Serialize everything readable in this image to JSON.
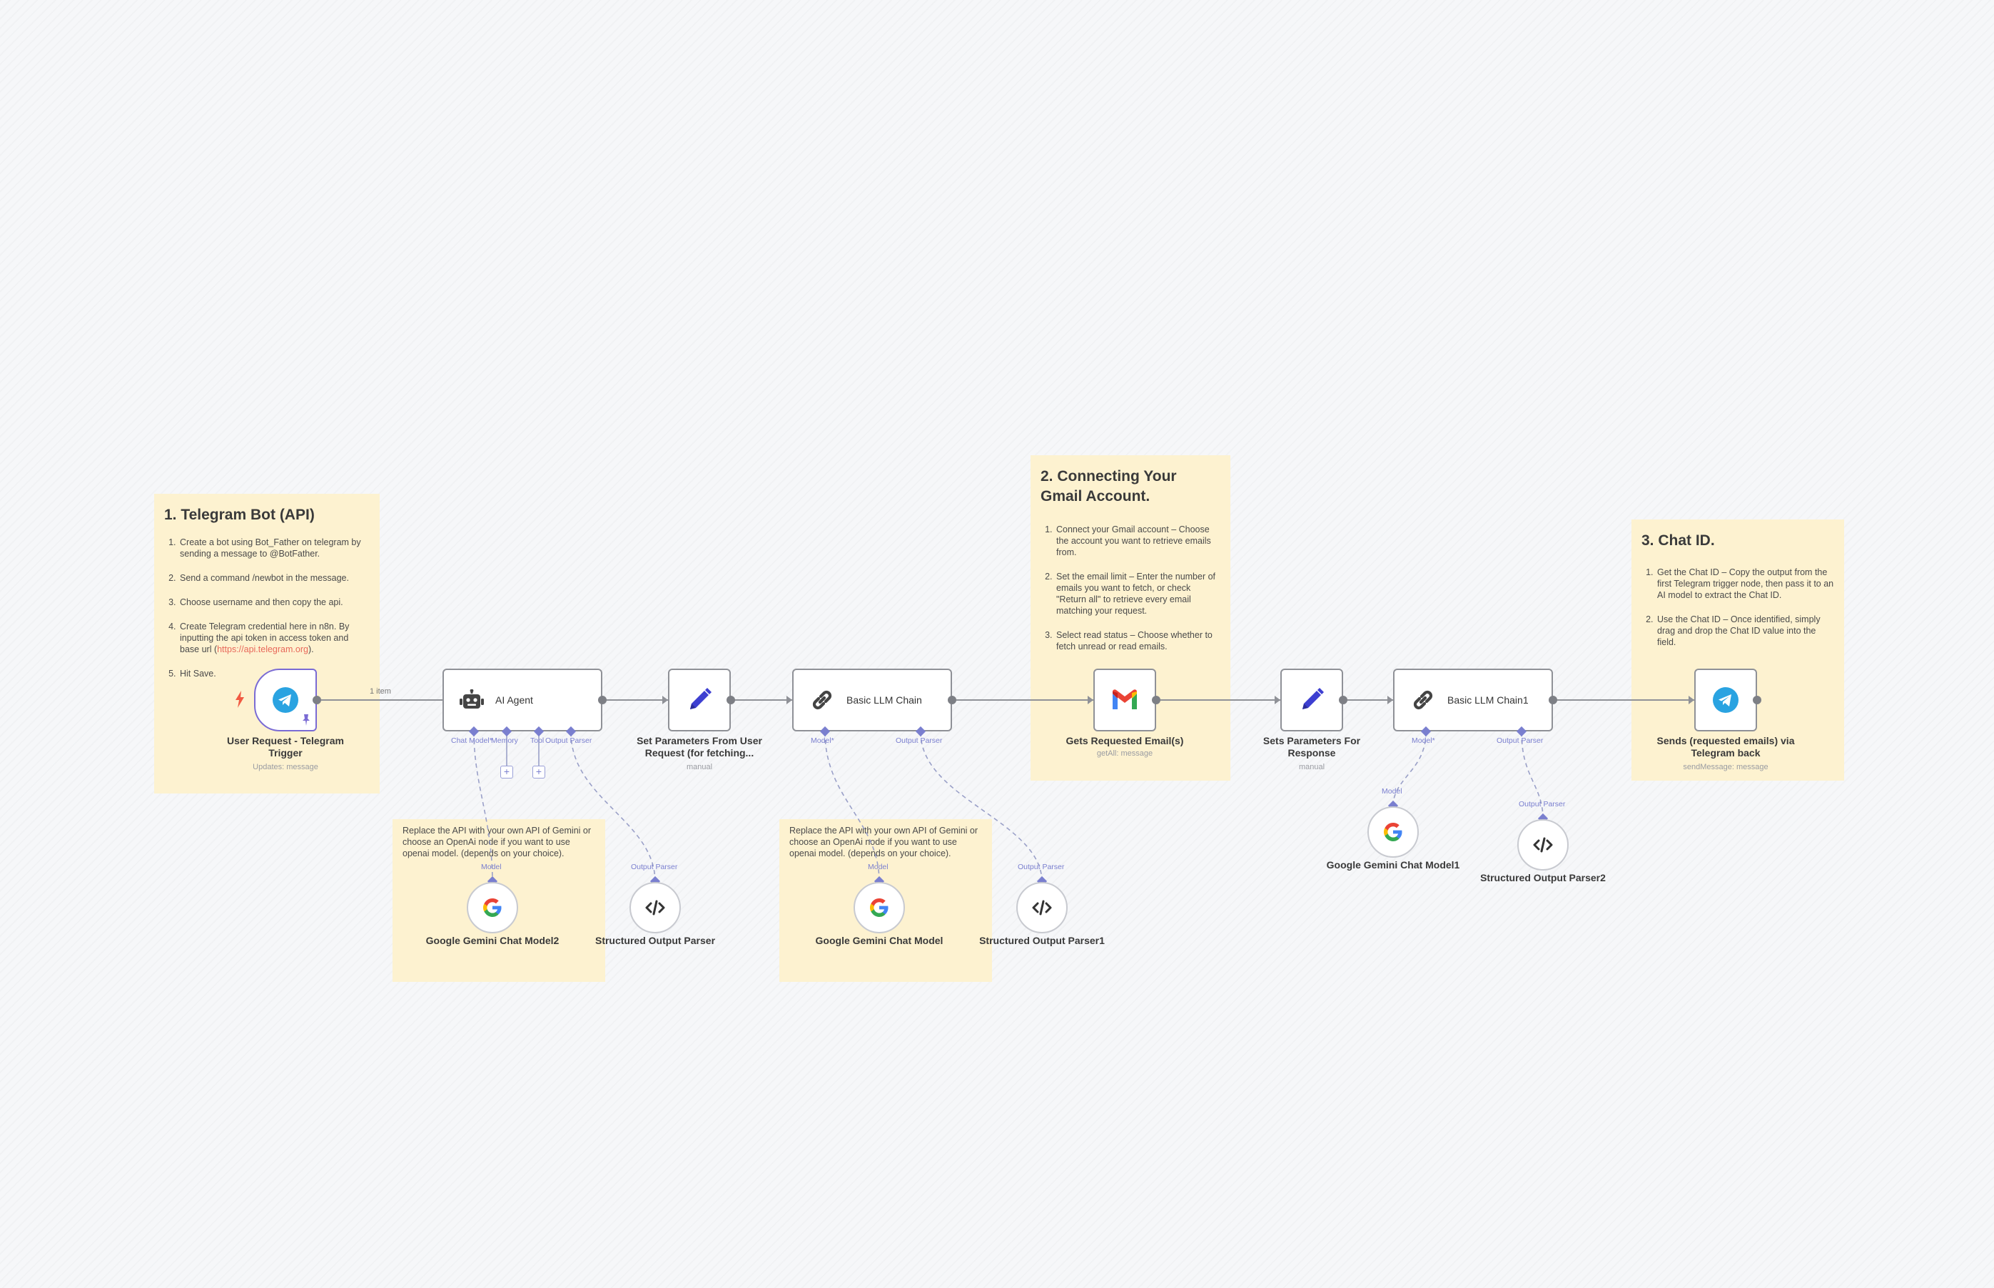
{
  "colors": {
    "canvas_bg": "#f6f7f9",
    "sticky_bg": "#fdf2d0",
    "node_border": "#8f9197",
    "wire": "#8f9197",
    "sub_wire": "#9aa0c8",
    "port_label": "#7a7fcf",
    "telegram_blue": "#2aa3e1",
    "pencil_blue": "#3d3fd1",
    "trigger_red": "#f15a42"
  },
  "stickies": {
    "telegram": {
      "title": "1. Telegram Bot (API)",
      "steps": [
        "Create a bot using Bot_Father on telegram by sending a message to @BotFather.",
        "Send a command /newbot in the message.",
        "Choose username and then copy the api.",
        "Create Telegram credential here in n8n. By inputting the api token in access token and base url (",
        "Hit Save."
      ],
      "link": "https://api.telegram.org",
      "link_suffix": ")."
    },
    "gmail": {
      "title": "2. Connecting Your Gmail Account.",
      "steps": [
        "Connect your Gmail account – Choose the account you want to retrieve emails from.",
        "Set the email limit – Enter the number of emails you want to fetch, or check \"Return all\" to retrieve every email matching your request.",
        "Select read status – Choose whether to fetch unread or read emails."
      ]
    },
    "chatid": {
      "title": "3. Chat ID.",
      "steps": [
        "Get the Chat ID – Copy the output from the first Telegram trigger node, then pass it to an AI model to extract the Chat ID.",
        "Use the Chat ID – Once identified, simply drag and drop the Chat ID value into the field."
      ]
    },
    "replace1": {
      "text": "Replace the API with your own API of Gemini or choose an OpenAi node if you want to use openai model. (depends on your choice)."
    },
    "replace2": {
      "text": "Replace the API with your own API of Gemini or choose an OpenAi node if you want to use openai model. (depends on your choice)."
    }
  },
  "edge_label": "1 item",
  "nodes": {
    "trigger": {
      "title": "User Request - Telegram Trigger",
      "subtitle": "Updates: message",
      "icon": "telegram-icon"
    },
    "agent": {
      "label": "AI Agent",
      "icon": "robot-icon",
      "ports": [
        "Chat Model*",
        "Memory",
        "Tool",
        "Output Parser"
      ]
    },
    "set1": {
      "title": "Set Parameters From User Request (for fetching...",
      "subtitle": "manual",
      "icon": "pencil-icon"
    },
    "chain1": {
      "label": "Basic LLM Chain",
      "icon": "link-icon",
      "ports": [
        "Model*",
        "Output Parser"
      ]
    },
    "gmail": {
      "title": "Gets Requested Email(s)",
      "subtitle": "getAll: message",
      "icon": "gmail-icon"
    },
    "set2": {
      "title": "Sets Parameters For Response",
      "subtitle": "manual",
      "icon": "pencil-icon"
    },
    "chain2": {
      "label": "Basic LLM Chain1",
      "icon": "link-icon",
      "ports": [
        "Model*",
        "Output Parser"
      ]
    },
    "send": {
      "title": "Sends (requested emails) via Telegram back",
      "subtitle": "sendMessage: message",
      "icon": "telegram-icon"
    }
  },
  "subnodes": {
    "gemini2": {
      "title": "Google Gemini Chat Model2",
      "port": "Model",
      "icon": "google-icon"
    },
    "parser": {
      "title": "Structured Output Parser",
      "port": "Output Parser",
      "icon": "code-icon"
    },
    "gemini": {
      "title": "Google Gemini Chat Model",
      "port": "Model",
      "icon": "google-icon"
    },
    "parser1": {
      "title": "Structured Output Parser1",
      "port": "Output Parser",
      "icon": "code-icon"
    },
    "gemini1": {
      "title": "Google Gemini Chat Model1",
      "port": "Model",
      "icon": "google-icon"
    },
    "parser2": {
      "title": "Structured Output Parser2",
      "port": "Output Parser",
      "icon": "code-icon"
    }
  }
}
